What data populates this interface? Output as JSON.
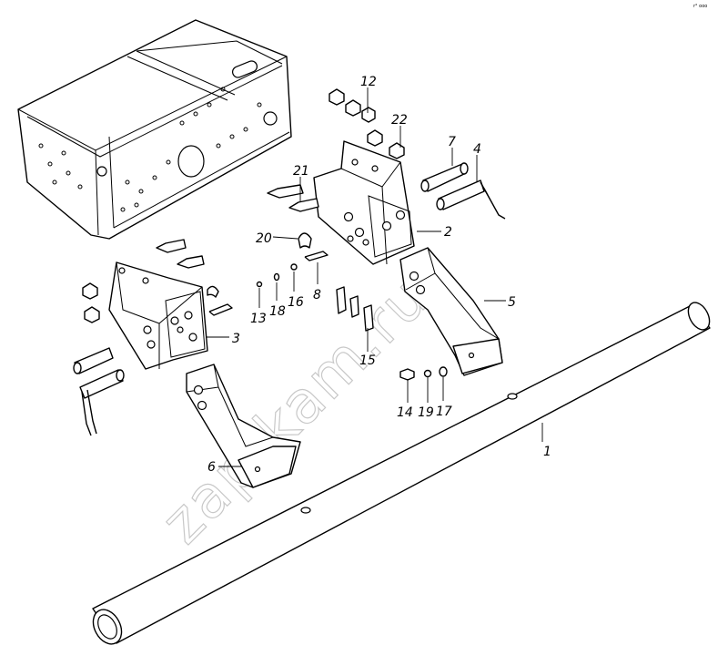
{
  "watermark": "zap-kam.ru",
  "corner_mark": "r° ooo",
  "callouts": {
    "c1": "1",
    "c2": "2",
    "c3": "3",
    "c4": "4",
    "c5": "5",
    "c6": "6",
    "c7": "7",
    "c8": "8",
    "c12": "12",
    "c13": "13",
    "c14": "14",
    "c15": "15",
    "c16": "16",
    "c17": "17",
    "c18": "18",
    "c19": "19",
    "c20": "20",
    "c21": "21",
    "c22": "22"
  }
}
